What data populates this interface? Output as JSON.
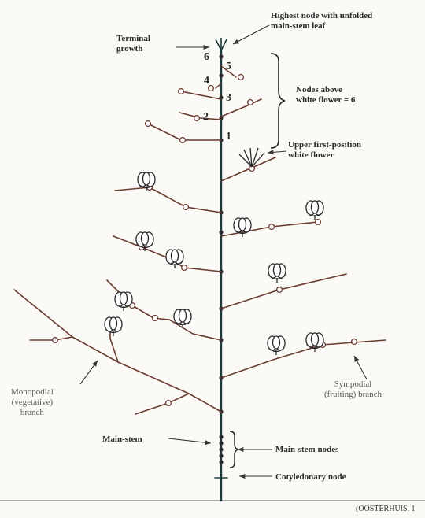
{
  "labels": {
    "highest_node": "Highest node with unfolded\nmain-stem leaf",
    "terminal_growth": "Terminal\ngrowth",
    "nodes_above": "Nodes above\nwhite flower = 6",
    "upper_flower": "Upper first-position\nwhite flower",
    "sympodial": "Sympodial\n(fruiting) branch",
    "monopodial": "Monopodial\n(vegetative)\nbranch",
    "main_stem": "Main-stem",
    "main_stem_nodes": "Main-stem nodes",
    "cotyledonary": "Cotyledonary node",
    "credit": "(OOSTERHUIS, 1"
  },
  "node_numbers": [
    "6",
    "5",
    "4",
    "3",
    "2",
    "1"
  ],
  "colors": {
    "stem": "#1f3a3a",
    "branch": "#6a3a30",
    "arrow": "#333333",
    "ground": "#7a7a7a",
    "nodes": "#2a2a2a"
  },
  "icons": {
    "flower": "cotton-boll-icon",
    "terminal": "terminal-bud-icon"
  }
}
